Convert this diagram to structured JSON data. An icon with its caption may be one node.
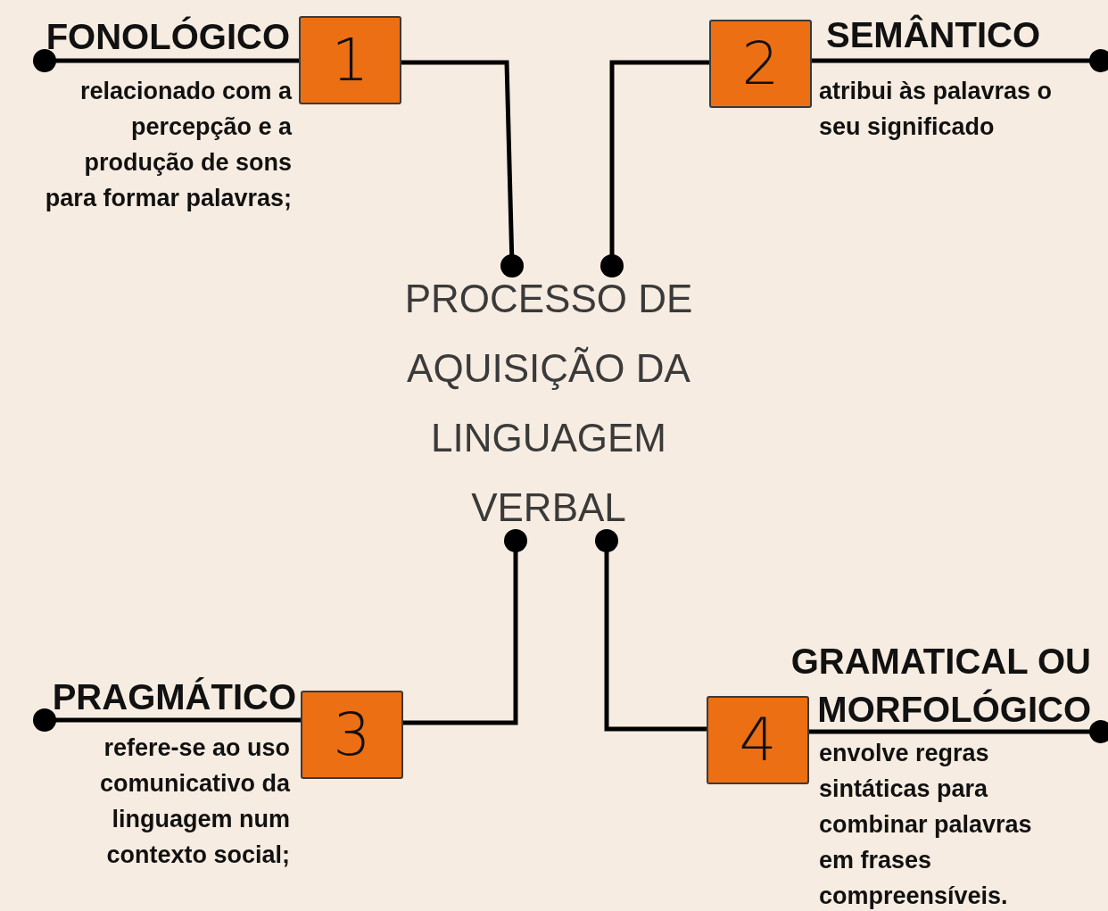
{
  "diagram": {
    "nodes": [
      {
        "text": [
          "PROCESSO DE AQUISIÇÃO DA LINGUAGEM VERBAL"
        ]
      },
      {
        "text": [
          "1"
        ],
        "beside": [
          "FONOLÓGICO",
          "relacionado com a percepção e a produção de sons para formar palavras;"
        ]
      },
      {
        "text": [
          "2"
        ],
        "beside": [
          "SEMÂNTICO",
          "atribui às palavras o seu significado"
        ]
      },
      {
        "text": [
          "3"
        ],
        "beside": [
          "PRAGMÁTICO",
          "refere-se ao uso comunicativo da linguagem num contexto social;"
        ]
      },
      {
        "text": [
          "4"
        ],
        "beside": [
          "GRAMATICAL OU MORFOLÓGICO",
          "envolve regras sintáticas para combinar palavras em frases compreensíveis."
        ]
      }
    ],
    "edges": [
      {
        "from": 1,
        "to": 0,
        "arrow": "other"
      },
      {
        "from": 2,
        "to": 0,
        "arrow": "other"
      },
      {
        "from": 3,
        "to": 0,
        "arrow": "other"
      },
      {
        "from": 4,
        "to": 0,
        "arrow": "other"
      },
      {
        "from": 1,
        "to": null,
        "arrow": "other"
      },
      {
        "from": 2,
        "to": null,
        "arrow": "other"
      },
      {
        "from": 3,
        "to": null,
        "arrow": "other"
      },
      {
        "from": 4,
        "to": null,
        "arrow": "other"
      }
    ]
  }
}
